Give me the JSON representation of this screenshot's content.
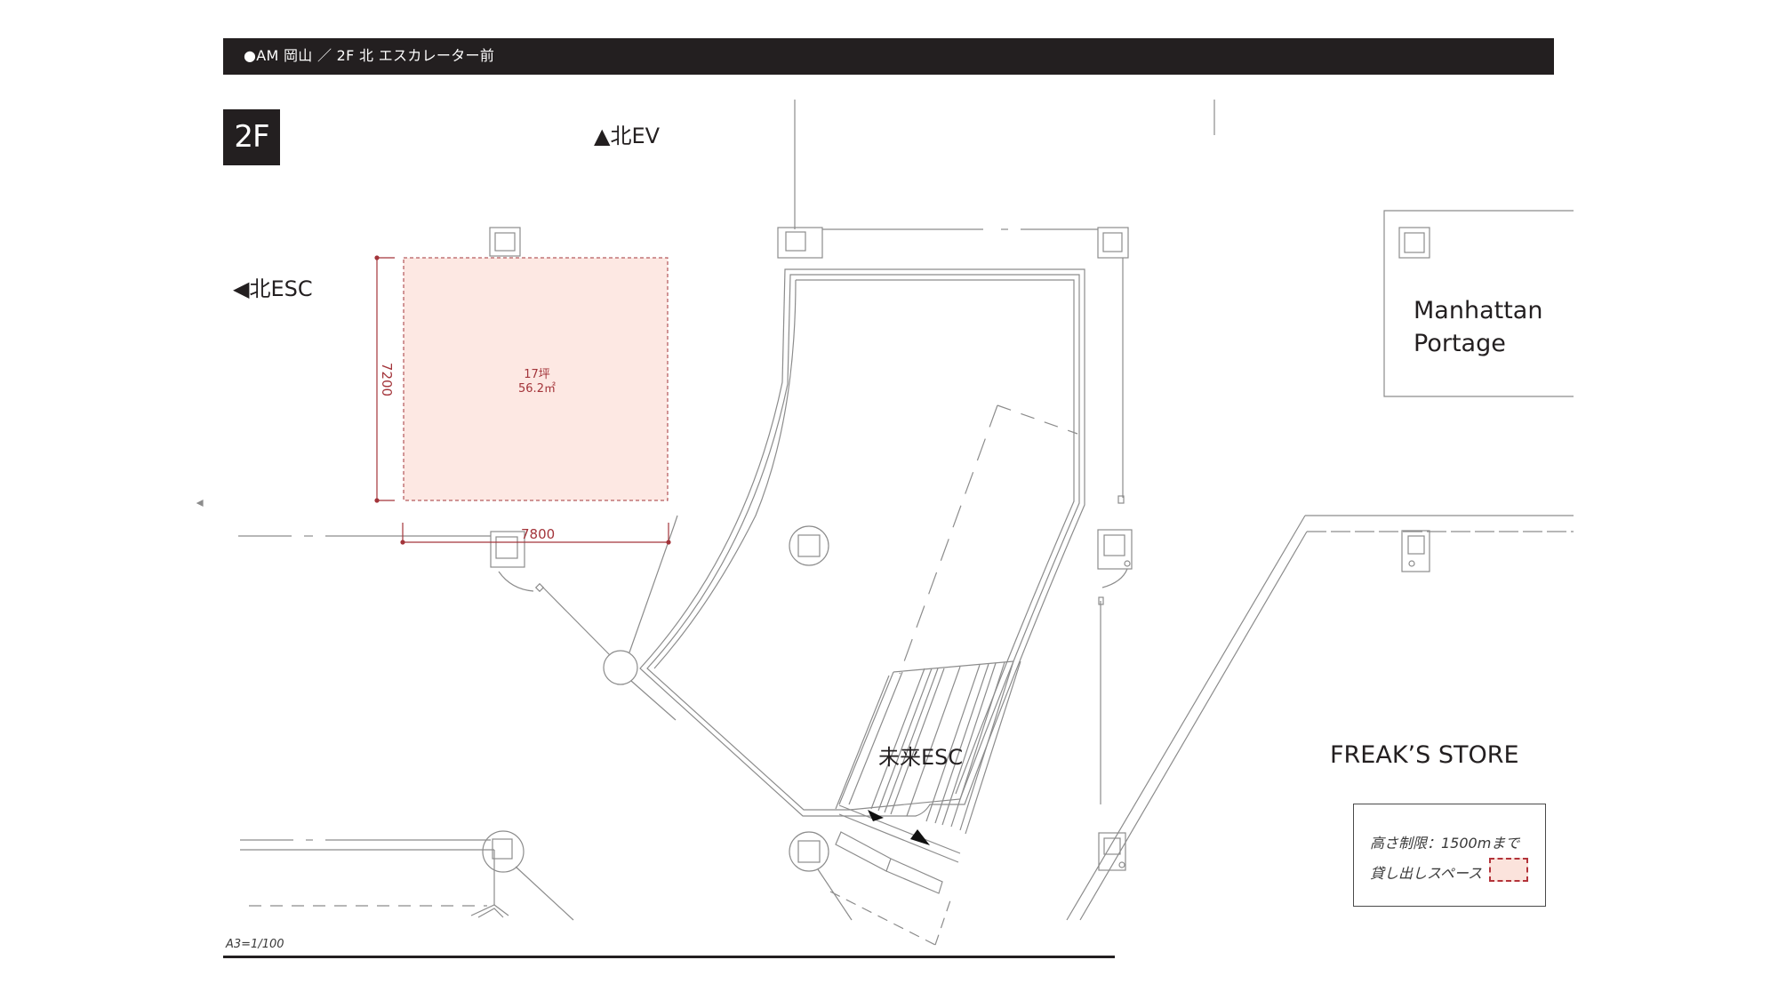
{
  "header": {
    "title": "●AM 岡山 ／ 2F 北 エスカレーター前"
  },
  "floor": {
    "badge": "2F"
  },
  "directions": {
    "north_ev": "▲北EV",
    "north_esc": "◀北ESC"
  },
  "rental_space": {
    "area_tsubo": "17坪",
    "area_sqm": "56.2㎡",
    "dimension_height": "7200",
    "dimension_width": "7800",
    "fill_color": "#fde8e3",
    "accent_color": "#a3343a"
  },
  "escalator": {
    "label": "未来ESC"
  },
  "stores": {
    "manhattan_line1": "Manhattan",
    "manhattan_line2": "Portage",
    "freaks": "FREAK’S STORE"
  },
  "legend": {
    "height_limit": "高さ制限：1500mまで",
    "rental_space": "貸し出しスペース"
  },
  "footer": {
    "scale": "A3=1/100"
  },
  "colors": {
    "header_bg": "#231f20",
    "line": "#8c8c8c"
  }
}
